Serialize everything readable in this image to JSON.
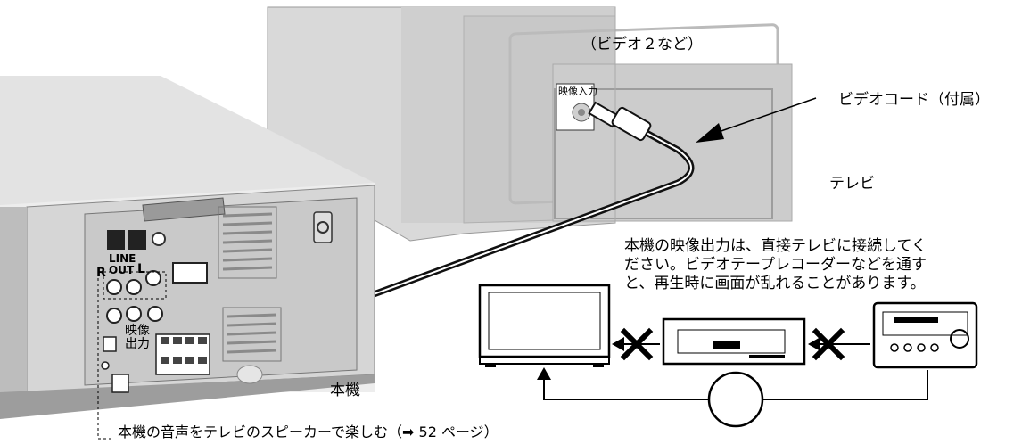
{
  "labels": {
    "tv_input_hint": "（ビデオ２など）",
    "tv_jack": "映像入力",
    "cord": "ビデオコード（付属）",
    "tv": "テレビ",
    "unit": "本機",
    "line_out": "LINE\nOUT",
    "r": "R",
    "l": "L",
    "video_out": "映像\n出力",
    "footnote": "本機の音声をテレビのスピーカーで楽しむ（➡ 52 ページ）"
  },
  "note": {
    "line1": "本機の映像出力は、直接テレビに接続してく",
    "line2": "ださい。ビデオテープレコーダーなどを通す",
    "line3": "と、再生時に画面が乱れることがあります。"
  },
  "icons": [
    "cross-mark-icon",
    "ok-circle-icon",
    "arrow-icon"
  ]
}
